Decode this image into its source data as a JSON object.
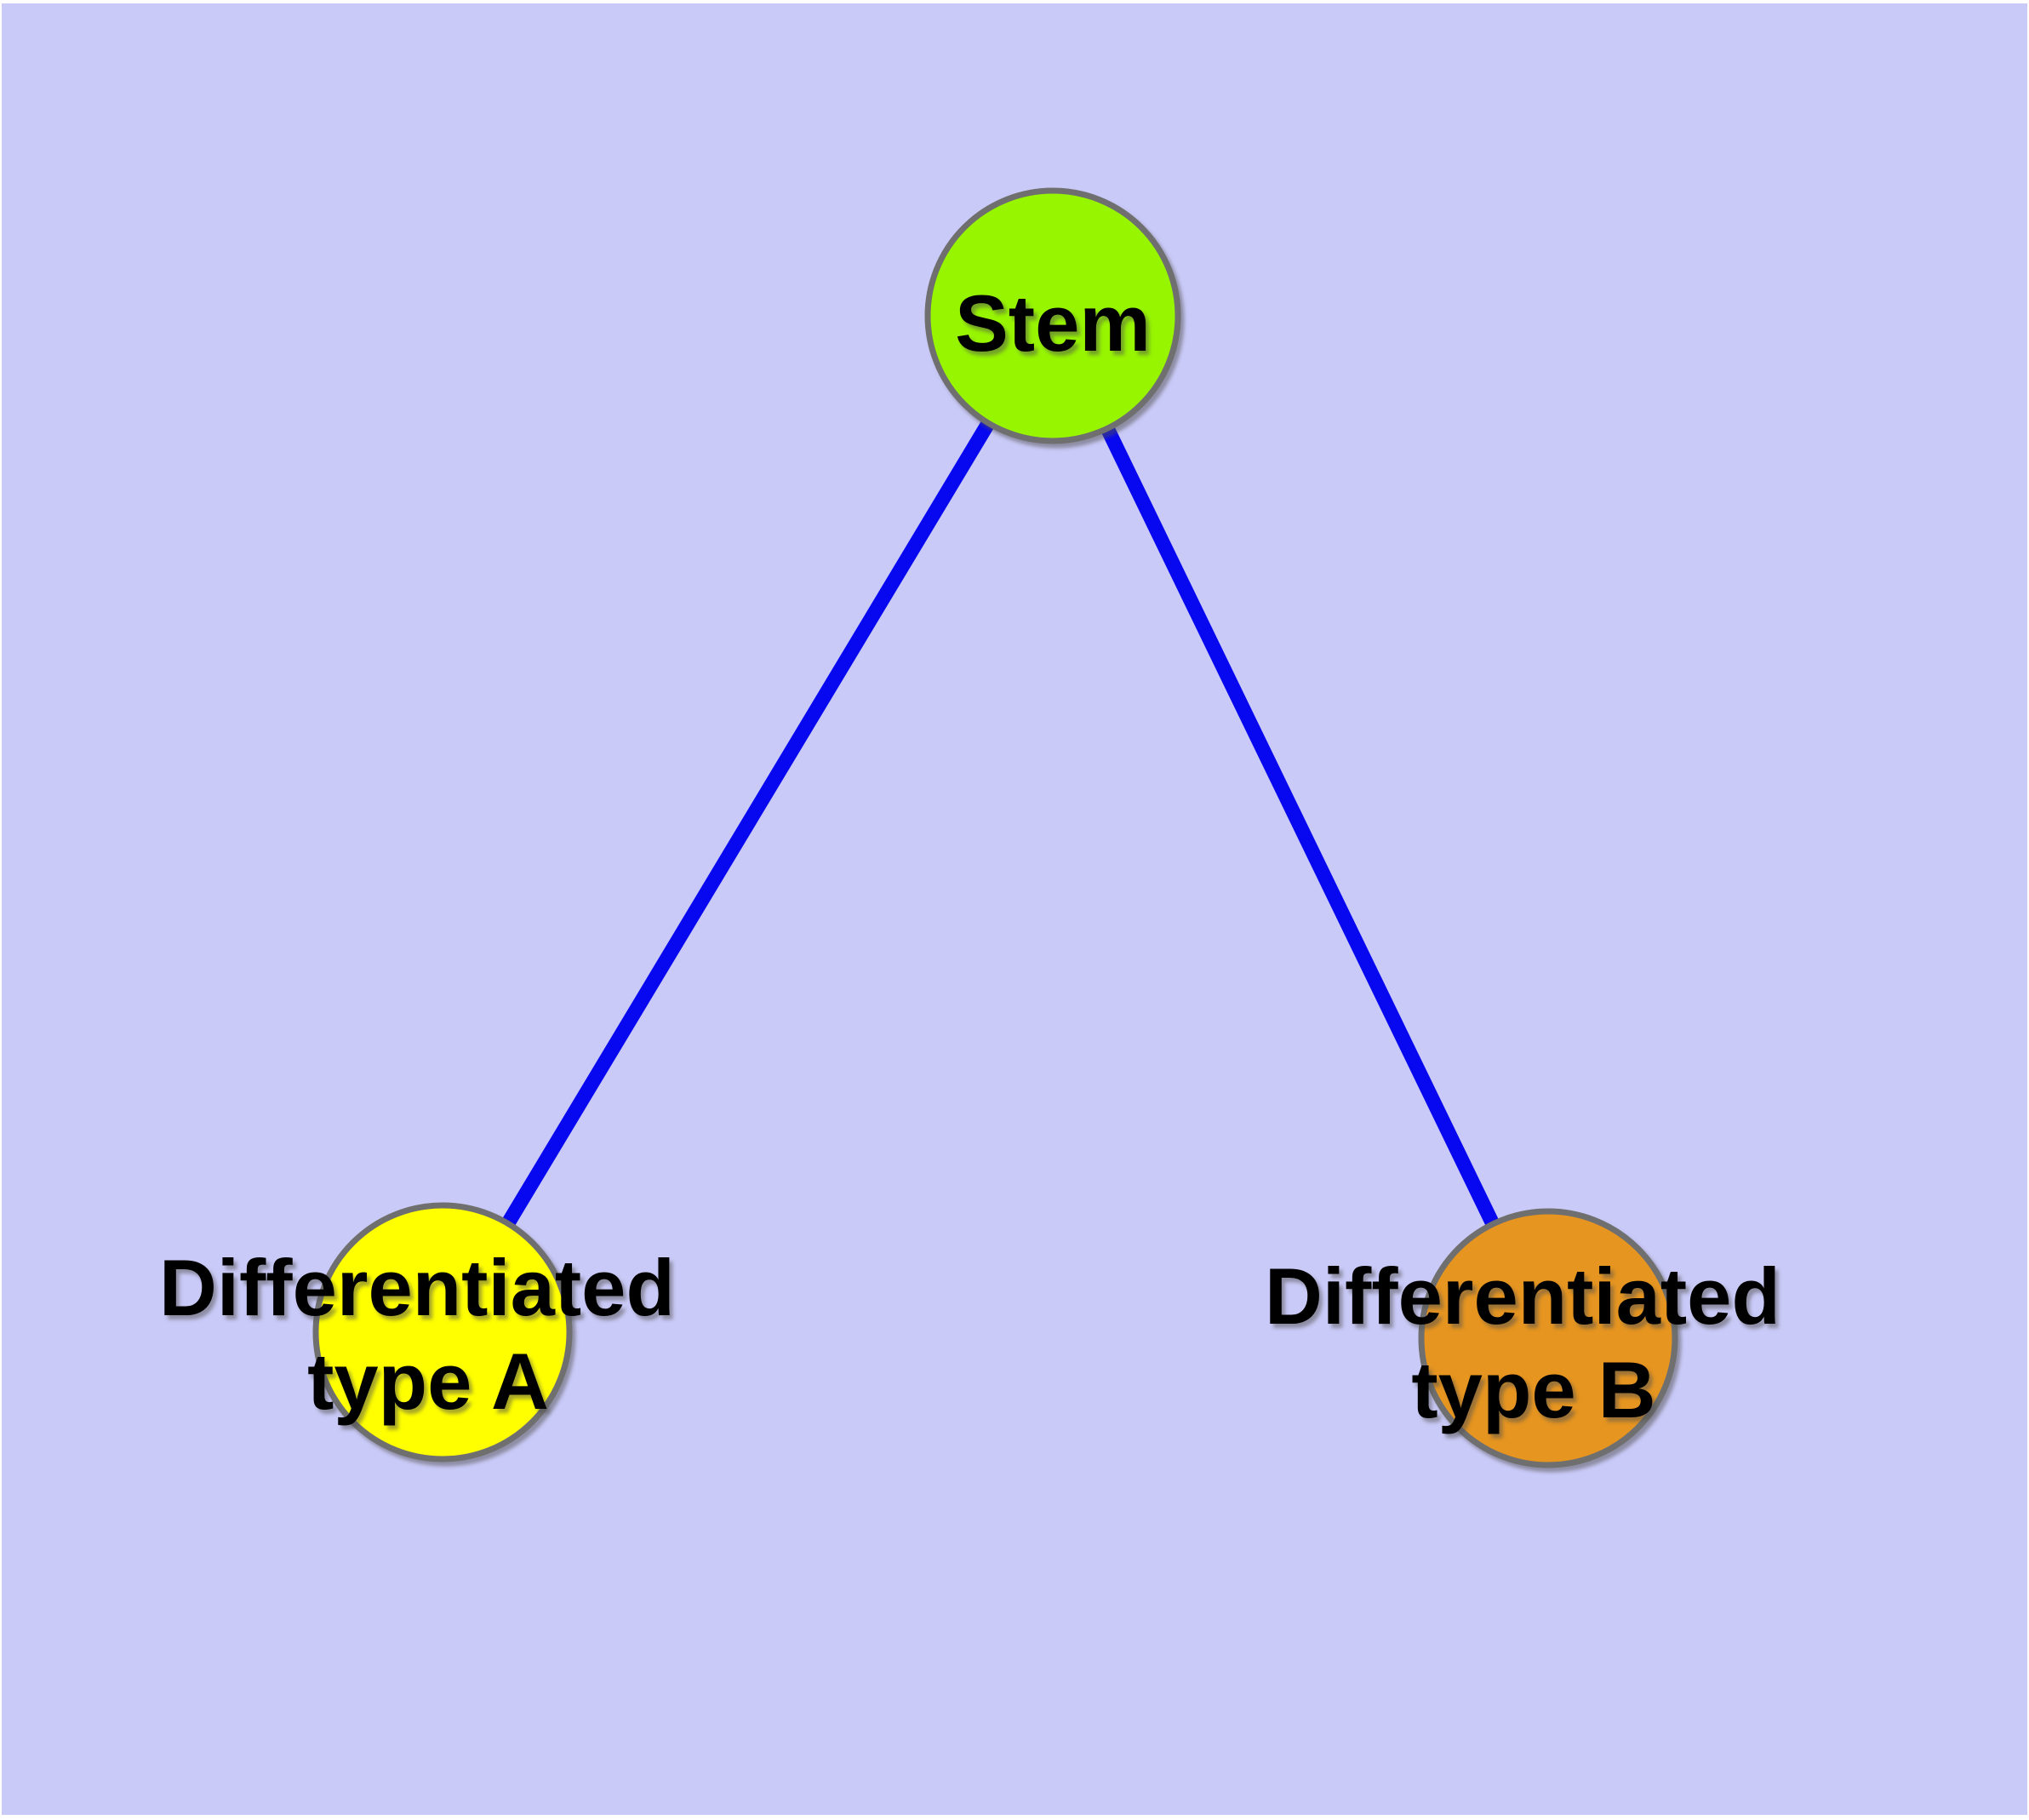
{
  "colors": {
    "page-bg": "#ffffff",
    "canvas-bg": "#cacaf8",
    "edge-color": "#0707f0",
    "node-border": "#6f6f6f",
    "label-color": "#000000",
    "stem-fill": "#97f500",
    "type-a-fill": "#ffff00",
    "type-b-fill": "#e69520"
  },
  "graph": {
    "nodes": [
      {
        "id": "stem",
        "label": "Stem"
      },
      {
        "id": "differentiated-type-a",
        "label_line1": "Differentiated",
        "label_line2": "type A"
      },
      {
        "id": "differentiated-type-b",
        "label_line1": "Differentiated",
        "label_line2": "type B"
      }
    ],
    "edges": [
      {
        "from": "stem",
        "to": "differentiated-type-a"
      },
      {
        "from": "stem",
        "to": "differentiated-type-b"
      }
    ]
  }
}
